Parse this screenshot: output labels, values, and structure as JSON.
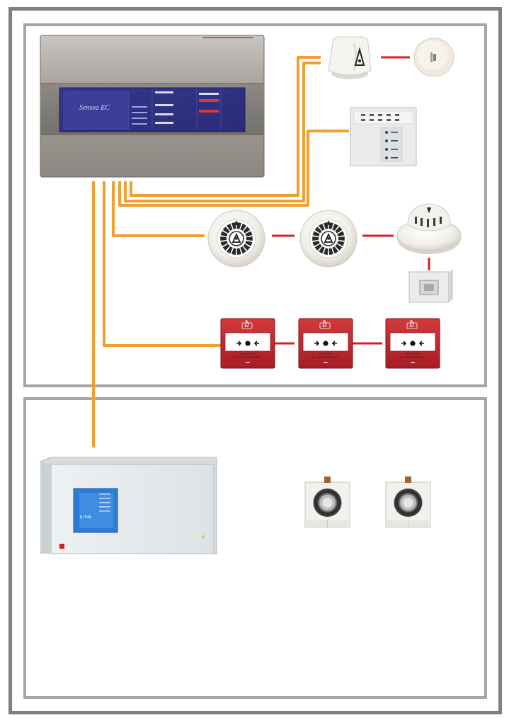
{
  "diagram": {
    "colors": {
      "frame": "#7f7f7f",
      "panel_border": "#a5a5a5",
      "bus_cable": "#f0a030",
      "link_cable": "#d81e1e",
      "callpoint_red": "#b8202a"
    },
    "control_panel": {
      "brand": "Sensea EC",
      "icon": "fire-alarm-control-panel"
    },
    "callpoint": {
      "title": "ALARME INCENDIE",
      "subtitle_1": "APPUYER ICI",
      "subtitle_2": "EN CAS DE NECESSITE",
      "icon": "flame-icon"
    },
    "power_unit": {
      "logo": "E:T•N",
      "icon": "power-supply-cabinet"
    },
    "devices": {
      "sounder_beacon": "sounder-beacon-icon",
      "sounder": "wall-sounder-icon",
      "repeater_panel": "repeater-panel-icon",
      "smoke_detector": "smoke-detector-icon",
      "heat_detector": "heat-detector-icon",
      "remote_indicator": "remote-indicator-icon",
      "door_holder": "door-holder-magnet-icon"
    }
  }
}
